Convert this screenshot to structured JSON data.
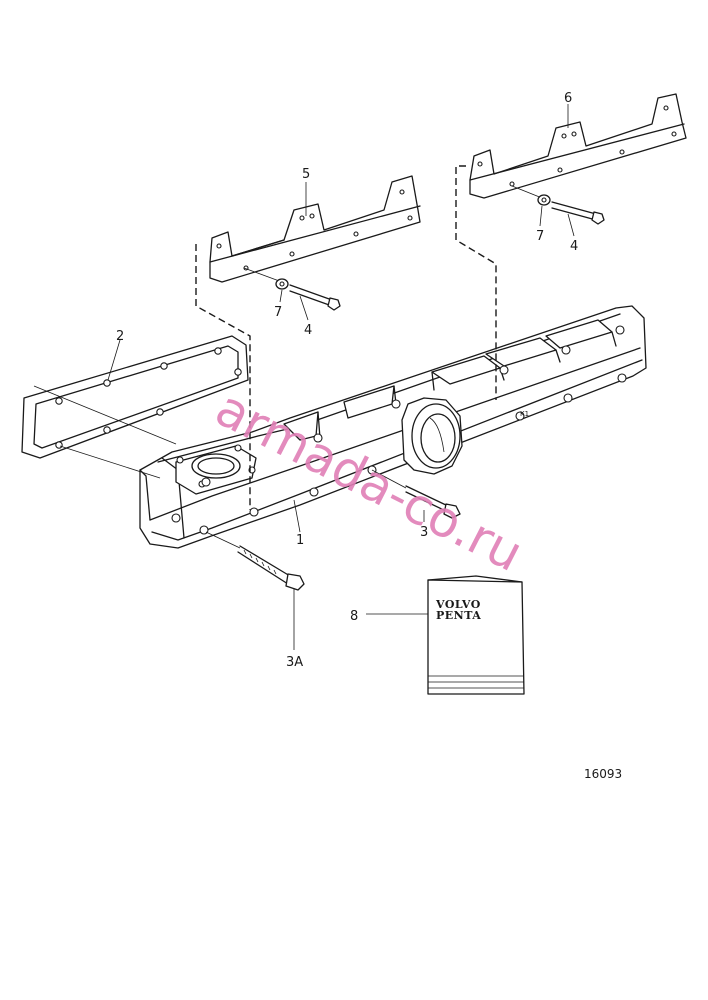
{
  "labels": {
    "manifold": "1",
    "gasket": "2",
    "bolt_short": "3",
    "bolt_long": "3A",
    "bolt_heatshield": "4",
    "heatshield_front": "5",
    "heatshield_rear": "6",
    "washer": "7",
    "gasket_kit": "8"
  },
  "kit_brand": [
    "VOLVO",
    "PENTA"
  ],
  "watermark": "armada-co.ru",
  "drawing_number": "16093",
  "colors": {
    "line": "#1a1a1a",
    "watermark": "#e07fb6",
    "background": "#ffffff"
  }
}
